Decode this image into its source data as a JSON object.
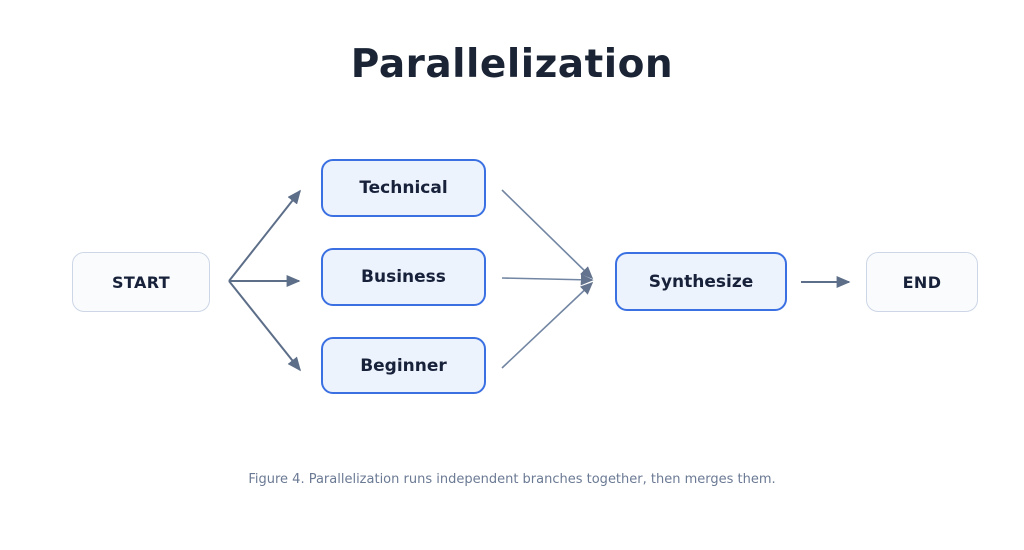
{
  "title": "Parallelization",
  "caption": "Figure 4. Parallelization runs independent branches together, then merges them.",
  "diagram": {
    "nodes": [
      {
        "id": "start",
        "label": "START",
        "type": "terminal"
      },
      {
        "id": "technical",
        "label": "Technical",
        "type": "branch"
      },
      {
        "id": "business",
        "label": "Business",
        "type": "branch"
      },
      {
        "id": "beginner",
        "label": "Beginner",
        "type": "branch"
      },
      {
        "id": "synthesize",
        "label": "Synthesize",
        "type": "branch"
      },
      {
        "id": "end",
        "label": "END",
        "type": "terminal"
      }
    ],
    "edges": [
      {
        "from": "start",
        "to": "technical"
      },
      {
        "from": "start",
        "to": "business"
      },
      {
        "from": "start",
        "to": "beginner"
      },
      {
        "from": "technical",
        "to": "synthesize"
      },
      {
        "from": "business",
        "to": "synthesize"
      },
      {
        "from": "beginner",
        "to": "synthesize"
      },
      {
        "from": "synthesize",
        "to": "end"
      }
    ],
    "colors": {
      "branch_fill": "#edf3fd",
      "branch_border": "#3a70e2",
      "terminal_fill": "#fafbfd",
      "terminal_border": "#ccd6e6",
      "arrow_dark": "#5d6e89",
      "arrow_light": "#7286a3",
      "title_text": "#1a2435",
      "node_text": "#17213a",
      "caption_text": "#6b7a94"
    }
  }
}
